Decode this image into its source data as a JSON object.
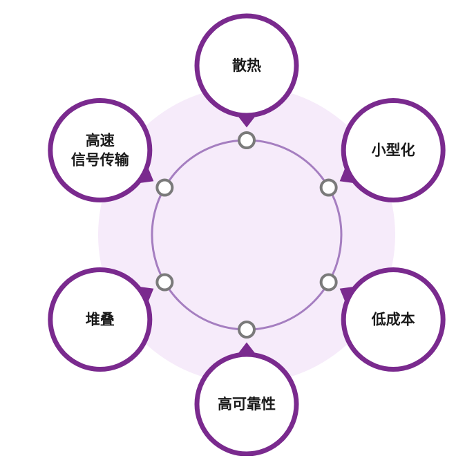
{
  "colors": {
    "halo": "#f6ebfa",
    "ring": "#a57ec0",
    "node_stroke": "#7a2a8e",
    "node_fill": "#ffffff",
    "connector_stroke": "#7a7a7a",
    "connector_fill": "#ffffff",
    "text": "#1a1a1a"
  },
  "nodes": [
    {
      "id": "heat-dissipation",
      "lines": [
        "散热"
      ]
    },
    {
      "id": "miniaturization",
      "lines": [
        "小型化"
      ]
    },
    {
      "id": "low-cost",
      "lines": [
        "低成本"
      ]
    },
    {
      "id": "high-reliability",
      "lines": [
        "高可靠性"
      ]
    },
    {
      "id": "stacking",
      "lines": [
        "堆叠"
      ]
    },
    {
      "id": "high-speed-signal",
      "lines": [
        "高速",
        "信号传输"
      ]
    }
  ]
}
